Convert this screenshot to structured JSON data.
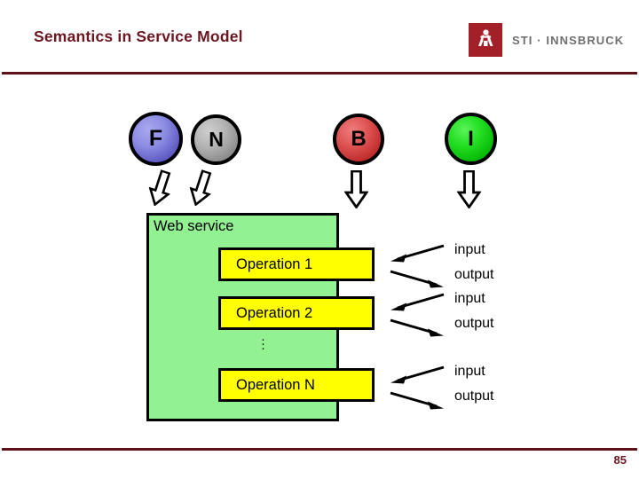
{
  "slide": {
    "title": "Semantics in Service Model",
    "page_number": "85",
    "accent_color": "#5e1118",
    "title_color": "#6b1620"
  },
  "logo": {
    "mark_name": "sti-figure-icon",
    "mark_color": "#a32028",
    "text": "STI · INNSBRUCK",
    "text_color": "#6e6e6e"
  },
  "diagram": {
    "nodes": [
      {
        "label": "F",
        "name": "node-f",
        "color": "#6d6ad0"
      },
      {
        "label": "N",
        "name": "node-n",
        "color": "#9a9a9a"
      },
      {
        "label": "B",
        "name": "node-b",
        "color": "#cf3a3a"
      },
      {
        "label": "I",
        "name": "node-i",
        "color": "#18cc18"
      }
    ],
    "service_box": {
      "label": "Web service",
      "fill": "#92f292",
      "border": "#000000"
    },
    "operations": [
      {
        "label": "Operation 1",
        "fill": "#ffff00"
      },
      {
        "label": "Operation 2",
        "fill": "#ffff00"
      },
      {
        "label": "Operation N",
        "fill": "#ffff00"
      }
    ],
    "ellipsis": "⋮",
    "io_labels": [
      {
        "text": "input",
        "direction": "left"
      },
      {
        "text": "output",
        "direction": "right"
      },
      {
        "text": "input",
        "direction": "left"
      },
      {
        "text": "output",
        "direction": "right"
      },
      {
        "text": "input",
        "direction": "left"
      },
      {
        "text": "output",
        "direction": "right"
      }
    ]
  }
}
